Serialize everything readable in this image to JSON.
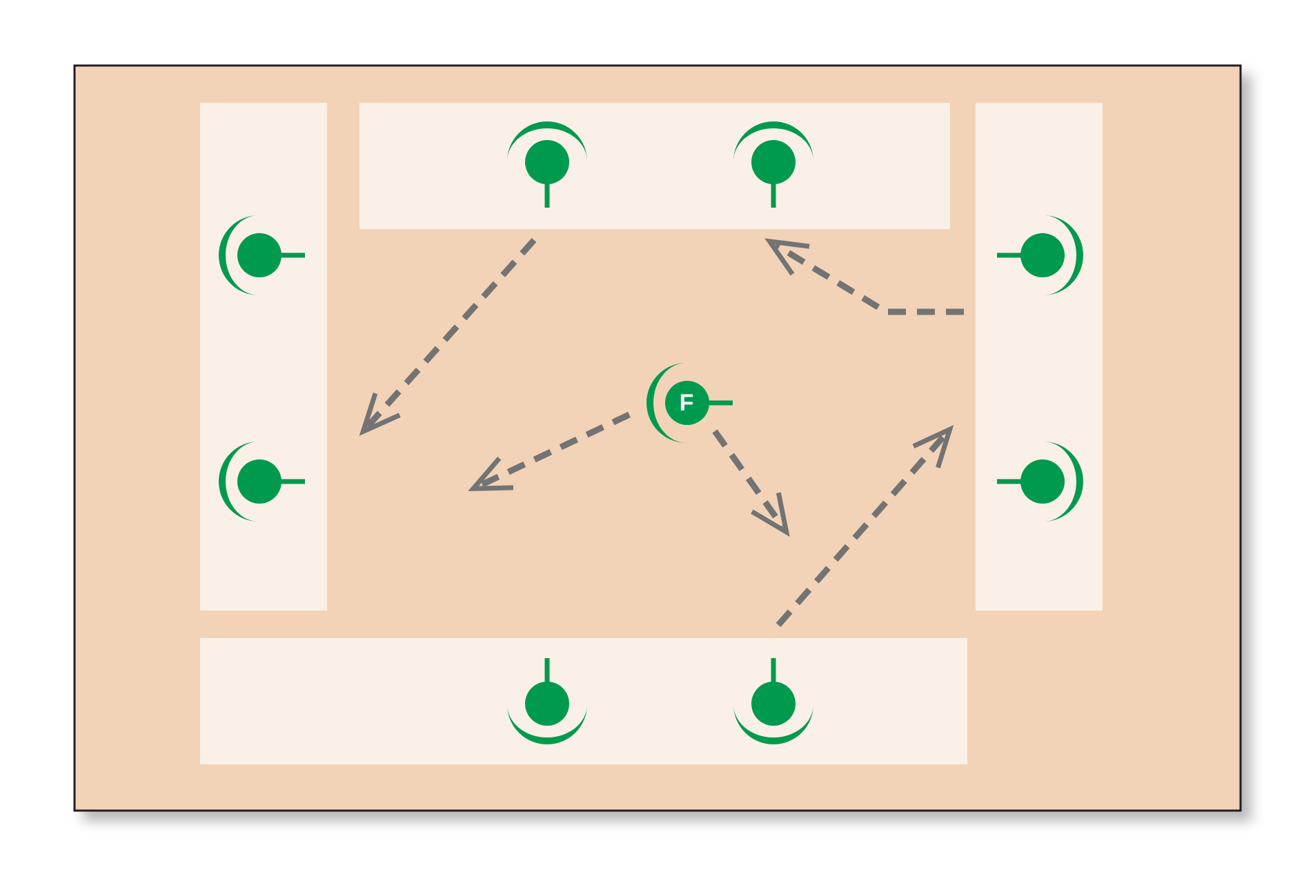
{
  "colors": {
    "page": "#ffffff",
    "field": "#f2d3b8",
    "border": "#231f20",
    "zone": "#faf0e7",
    "player": "#009a4e",
    "arrow": "#737373",
    "label_text": "#ffffff"
  },
  "center_player": {
    "label": "F",
    "icon": "player-with-f-icon"
  },
  "player_icon": "player-icon",
  "arrow_icon": "dashed-arrow-icon",
  "zones": [
    {
      "name": "zone-left"
    },
    {
      "name": "zone-top"
    },
    {
      "name": "zone-right"
    },
    {
      "name": "zone-bottom"
    }
  ],
  "players": [
    {
      "name": "player-top-left",
      "facing": "down"
    },
    {
      "name": "player-top-right",
      "facing": "down"
    },
    {
      "name": "player-left-upper",
      "facing": "right"
    },
    {
      "name": "player-left-lower",
      "facing": "right"
    },
    {
      "name": "player-right-upper",
      "facing": "left"
    },
    {
      "name": "player-right-lower",
      "facing": "left"
    },
    {
      "name": "player-bottom-left",
      "facing": "up"
    },
    {
      "name": "player-bottom-right",
      "facing": "up"
    }
  ],
  "arrows": [
    {
      "name": "arrow-top-to-left"
    },
    {
      "name": "arrow-right-to-top"
    },
    {
      "name": "arrow-center-to-left"
    },
    {
      "name": "arrow-center-to-down-right"
    },
    {
      "name": "arrow-bottom-to-right"
    }
  ]
}
